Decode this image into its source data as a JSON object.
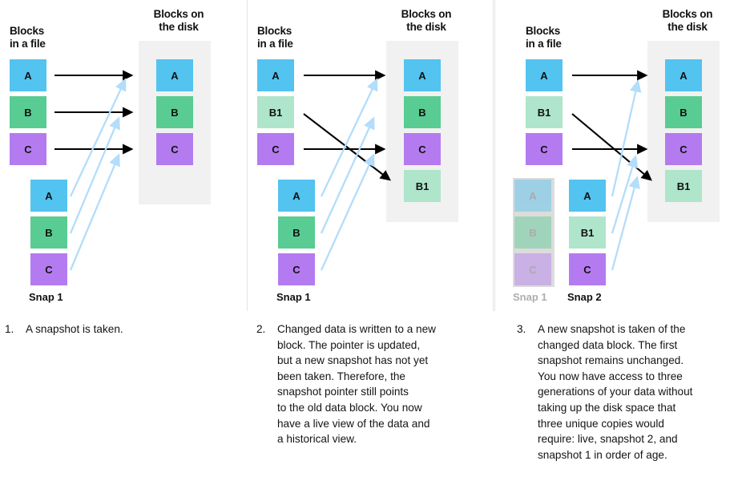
{
  "colors": {
    "block_a": "#53c3f0",
    "block_b": "#58cc92",
    "block_c": "#b47bf0",
    "block_b1": "#aee5cb",
    "disk_bg": "#f1f1f1",
    "snap_bg": "#dcdcdc",
    "arrow_black": "#000000",
    "arrow_blue": "#b3ddfa",
    "panel_border": "#e3e3e3",
    "text": "#141414",
    "dim_text": "#aeaeae"
  },
  "panels": [
    {
      "id": "panel-1",
      "header_file": "Blocks\nin a file",
      "header_disk": "Blocks on\nthe disk",
      "file_blocks": [
        {
          "label": "A",
          "color_key": "block_a"
        },
        {
          "label": "B",
          "color_key": "block_b"
        },
        {
          "label": "C",
          "color_key": "block_c"
        }
      ],
      "disk_blocks": [
        {
          "label": "A",
          "color_key": "block_a"
        },
        {
          "label": "B",
          "color_key": "block_b"
        },
        {
          "label": "C",
          "color_key": "block_c"
        }
      ],
      "snapshots": [
        {
          "name": "Snap 1",
          "dim": false,
          "blocks": [
            {
              "label": "A",
              "color_key": "block_a"
            },
            {
              "label": "B",
              "color_key": "block_b"
            },
            {
              "label": "C",
              "color_key": "block_c"
            }
          ]
        }
      ]
    },
    {
      "id": "panel-2",
      "header_file": "Blocks\nin a file",
      "header_disk": "Blocks on\nthe disk",
      "file_blocks": [
        {
          "label": "A",
          "color_key": "block_a"
        },
        {
          "label": "B1",
          "color_key": "block_b1"
        },
        {
          "label": "C",
          "color_key": "block_c"
        }
      ],
      "disk_blocks": [
        {
          "label": "A",
          "color_key": "block_a"
        },
        {
          "label": "B",
          "color_key": "block_b"
        },
        {
          "label": "C",
          "color_key": "block_c"
        },
        {
          "label": "B1",
          "color_key": "block_b1"
        }
      ],
      "snapshots": [
        {
          "name": "Snap 1",
          "dim": false,
          "blocks": [
            {
              "label": "A",
              "color_key": "block_a"
            },
            {
              "label": "B",
              "color_key": "block_b"
            },
            {
              "label": "C",
              "color_key": "block_c"
            }
          ]
        }
      ]
    },
    {
      "id": "panel-3",
      "header_file": "Blocks\nin a file",
      "header_disk": "Blocks on\nthe disk",
      "file_blocks": [
        {
          "label": "A",
          "color_key": "block_a"
        },
        {
          "label": "B1",
          "color_key": "block_b1"
        },
        {
          "label": "C",
          "color_key": "block_c"
        }
      ],
      "disk_blocks": [
        {
          "label": "A",
          "color_key": "block_a"
        },
        {
          "label": "B",
          "color_key": "block_b"
        },
        {
          "label": "C",
          "color_key": "block_c"
        },
        {
          "label": "B1",
          "color_key": "block_b1"
        }
      ],
      "snapshots": [
        {
          "name": "Snap 1",
          "dim": true,
          "blocks": [
            {
              "label": "A",
              "color_key": "block_a"
            },
            {
              "label": "B",
              "color_key": "block_b"
            },
            {
              "label": "C",
              "color_key": "block_c"
            }
          ]
        },
        {
          "name": "Snap 2",
          "dim": false,
          "blocks": [
            {
              "label": "A",
              "color_key": "block_a"
            },
            {
              "label": "B1",
              "color_key": "block_b1"
            },
            {
              "label": "C",
              "color_key": "block_c"
            }
          ]
        }
      ]
    }
  ],
  "captions": [
    {
      "number": "1.",
      "text": "A snapshot is taken."
    },
    {
      "number": "2.",
      "text": "Changed data is written to a new\nblock. The pointer is updated,\nbut a new snapshot has not yet\nbeen taken. Therefore, the\nsnapshot pointer still points\nto the old data block. You now\nhave a live view of the data and\na historical view."
    },
    {
      "number": "3.",
      "text": "A new snapshot is taken of the\nchanged data block. The first\nsnapshot remains unchanged.\nYou now have access to three\ngenerations of your data without\ntaking up the disk space that\nthree unique copies would\nrequire: live, snapshot 2, and\nsnapshot 1 in order of age."
    }
  ]
}
